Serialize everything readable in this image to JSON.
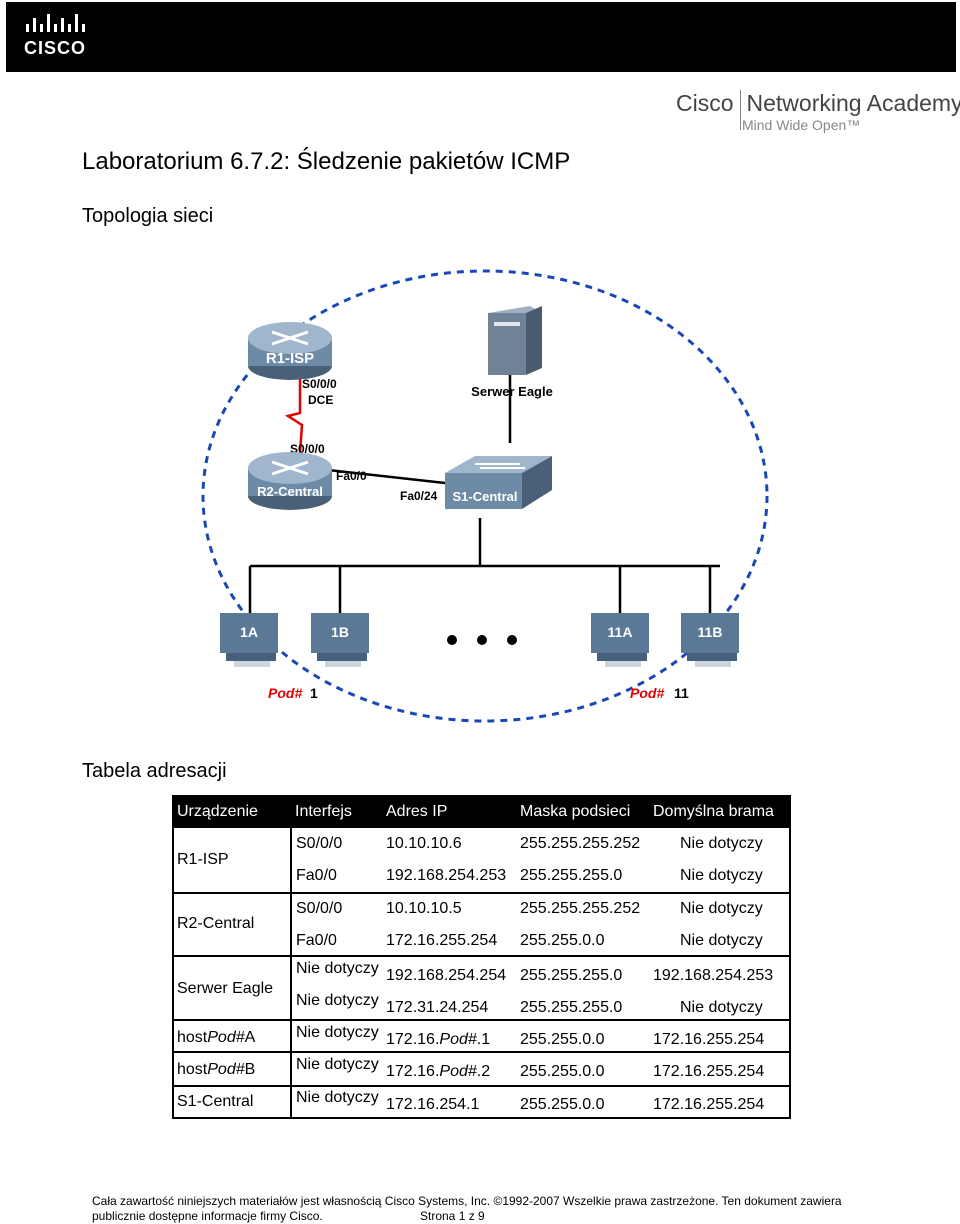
{
  "header": {
    "brand": "CISCO",
    "academy_left": "Cisco",
    "academy_right": "Networking Academy",
    "academy_mark": "®",
    "tagline": "Mind Wide Open™"
  },
  "document": {
    "title": "Laboratorium 6.7.2: Śledzenie pakietów ICMP",
    "topology_heading": "Topologia sieci",
    "table_heading": "Tabela adresacji"
  },
  "topology": {
    "r1_label": "R1-ISP",
    "r1_if1": "S0/0/0",
    "r1_if2": "DCE",
    "r2_label": "R2-Central",
    "r2_if_serial": "S0/0/0",
    "r2_if_fa": "Fa0/0",
    "server_label": "Serwer Eagle",
    "switch_label": "S1-Central",
    "switch_if": "Fa0/24",
    "host_1a": "1A",
    "host_1b": "1B",
    "host_11a": "11A",
    "host_11b": "11B",
    "pod1_prefix": "Pod#",
    "pod1_num": "1",
    "pod11_prefix": "Pod#",
    "pod11_num": "11",
    "colors": {
      "pod_label": "#e30000",
      "ring": "#1a47b8",
      "serial_link": "#e00000"
    }
  },
  "table": {
    "headers": [
      "Urządzenie",
      "Interfejs",
      "Adres IP",
      "Maska podsieci",
      "Domyślna brama"
    ],
    "devices": [
      "R1-ISP",
      "R2-Central",
      "Serwer Eagle"
    ],
    "host_a": {
      "prefix": "host",
      "italic": "Pod#",
      "suffix": "A"
    },
    "host_b": {
      "prefix": "host",
      "italic": "Pod#",
      "suffix": "B"
    },
    "s1": "S1-Central",
    "rows": [
      [
        "S0/0/0",
        "10.10.10.6",
        "255.255.255.252",
        "Nie dotyczy"
      ],
      [
        "Fa0/0",
        "192.168.254.253",
        "255.255.255.0",
        "Nie dotyczy"
      ],
      [
        "S0/0/0",
        "10.10.10.5",
        "255.255.255.252",
        "Nie dotyczy"
      ],
      [
        "Fa0/0",
        "172.16.255.254",
        "255.255.0.0",
        "Nie dotyczy"
      ],
      [
        "Nie dotyczy",
        "192.168.254.254",
        "255.255.255.0",
        "192.168.254.253"
      ],
      [
        "Nie dotyczy",
        "172.31.24.254",
        "255.255.255.0",
        "Nie dotyczy"
      ],
      [
        "Nie dotyczy",
        "",
        "255.255.0.0",
        "172.16.255.254"
      ],
      [
        "Nie dotyczy",
        "",
        "255.255.0.0",
        "172.16.255.254"
      ],
      [
        "Nie dotyczy",
        "172.16.254.1",
        "255.255.0.0",
        "172.16.255.254"
      ]
    ],
    "ip_host_a": {
      "prefix": "172.16.",
      "italic": "Pod#",
      "suffix": ".1"
    },
    "ip_host_b": {
      "prefix": "172.16.",
      "italic": "Pod#",
      "suffix": ".2"
    }
  },
  "footer": {
    "line1": "Cała zawartość niniejszych materiałów jest własnością Cisco Systems, Inc. ©1992-2007 Wszelkie prawa zastrzeżone. Ten dokument zawiera",
    "line2": "publicznie dostępne informacje firmy Cisco.",
    "page": "Strona 1 z 9"
  }
}
